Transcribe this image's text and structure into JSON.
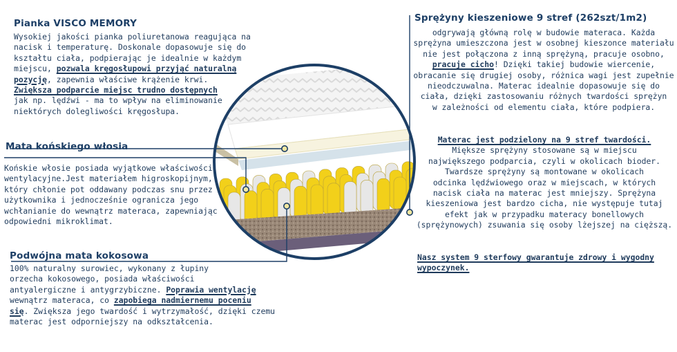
{
  "colors": {
    "accent": "#1d3f66",
    "spring_yellow": "#f2d01a",
    "spring_white": "#e7e7e7",
    "marker_dot": "#f3e7a0"
  },
  "visco": {
    "title": "Pianka VISCO MEMORY",
    "lines": [
      [
        {
          "t": "Wysokiej jakości pianka poliuretanowa reagująca na"
        }
      ],
      [
        {
          "t": "nacisk i temperaturę. Doskonale dopasowuje się do"
        }
      ],
      [
        {
          "t": "kształtu ciała, podpierając je idealnie w każdym"
        }
      ],
      [
        {
          "t": "miejscu, "
        },
        {
          "t": "pozwala kręgosłupowi przyjąć naturalną",
          "b": true
        }
      ],
      [
        {
          "t": "pozycję",
          "b": true
        },
        {
          "t": ", zapewnia właściwe krążenie krwi."
        }
      ],
      [
        {
          "t": "Zwiększa podparcie miejsc trudno dostępnych",
          "b": true
        }
      ],
      [
        {
          "t": "jak np. lędźwi - ma to wpływ na eliminowanie"
        }
      ],
      [
        {
          "t": "niektórych dolegliwości kręgosłupa."
        }
      ]
    ]
  },
  "horsehair": {
    "title": "Mata końskiego włosia",
    "lines": [
      [
        {
          "t": "Końskie włosie posiada wyjątkowe właściwości"
        }
      ],
      [
        {
          "t": "wentylacyjne.Jest materiałem higroskopijnym,"
        }
      ],
      [
        {
          "t": "który chłonie pot oddawany podczas snu przez"
        }
      ],
      [
        {
          "t": "użytkownika i jednocześnie ogranicza jego"
        }
      ],
      [
        {
          "t": "wchłanianie do wewnątrz materaca, zapewniając"
        }
      ],
      [
        {
          "t": "odpowiedni mikroklimat."
        }
      ]
    ]
  },
  "coconut": {
    "title": "Podwójna mata kokosowa",
    "lines": [
      [
        {
          "t": "100% naturalny surowiec, wykonany z łupiny"
        }
      ],
      [
        {
          "t": "orzecha kokosowego, posiada właściwości"
        }
      ],
      [
        {
          "t": "antyalergiczne i antygrzybiczne. "
        },
        {
          "t": "Poprawia wentylację",
          "b": true
        }
      ],
      [
        {
          "t": "wewnątrz materaca, co "
        },
        {
          "t": "zapobiega nadmiernemu poceniu",
          "b": true
        }
      ],
      [
        {
          "t": "się",
          "b": true
        },
        {
          "t": ". Zwiększa jego twardość i wytrzymałość, dzięki czemu"
        }
      ],
      [
        {
          "t": "materac jest odporniejszy na odkształcenia."
        }
      ]
    ]
  },
  "springs": {
    "title": "Sprężyny kieszeniowe 9 stref (262szt/1m2)",
    "lines": [
      [
        {
          "t": "odgrywają główną rolę w budowie materaca. Każda"
        }
      ],
      [
        {
          "t": "sprężyna umieszczona jest w osobnej kieszonce materiału"
        }
      ],
      [
        {
          "t": "nie jest połączona z inną sprężyną, pracuje osobno,"
        }
      ],
      [
        {
          "t": "pracuje cicho",
          "b": true
        },
        {
          "t": "! Dzięki takiej budowie wiercenie,"
        }
      ],
      [
        {
          "t": "obracanie się drugiej osoby, różnica wagi jest zupełnie"
        }
      ],
      [
        {
          "t": "nieodczuwalna. Materac idealnie dopasowuje się do"
        }
      ],
      [
        {
          "t": "ciała, dzięki zastosowaniu różnych twardości sprężyn"
        }
      ],
      [
        {
          "t": "w zależności od elementu ciała, które podpiera."
        }
      ]
    ]
  },
  "zones": {
    "lines": [
      [
        {
          "t": "Materac jest podzielony na 9 stref twardości.",
          "b": true
        }
      ],
      [
        {
          "t": "Miększe sprężyny stosowane są w miejscu"
        }
      ],
      [
        {
          "t": "największego podparcia, czyli w okolicach bioder."
        }
      ],
      [
        {
          "t": "Twardsze sprężyny są montowane w okolicach"
        }
      ],
      [
        {
          "t": "odcinka lędźwiowego oraz w miejscach, w których"
        }
      ],
      [
        {
          "t": "nacisk ciała na materac jest mniejszy. Sprężyna"
        }
      ],
      [
        {
          "t": "kieszeniowa jest bardzo cicha, nie występuje tutaj"
        }
      ],
      [
        {
          "t": "efekt jak w przypadku materacy bonellowych"
        }
      ],
      [
        {
          "t": "(sprężynowych) zsuwania się osoby lżejszej na cięższą."
        }
      ]
    ]
  },
  "guarantee": {
    "lines": [
      [
        {
          "t": "Nasz system 9 sterfowy gwarantuje zdrowy i wygodny",
          "b": true
        }
      ],
      [
        {
          "t": "wypoczynek.",
          "b": true
        }
      ]
    ]
  }
}
